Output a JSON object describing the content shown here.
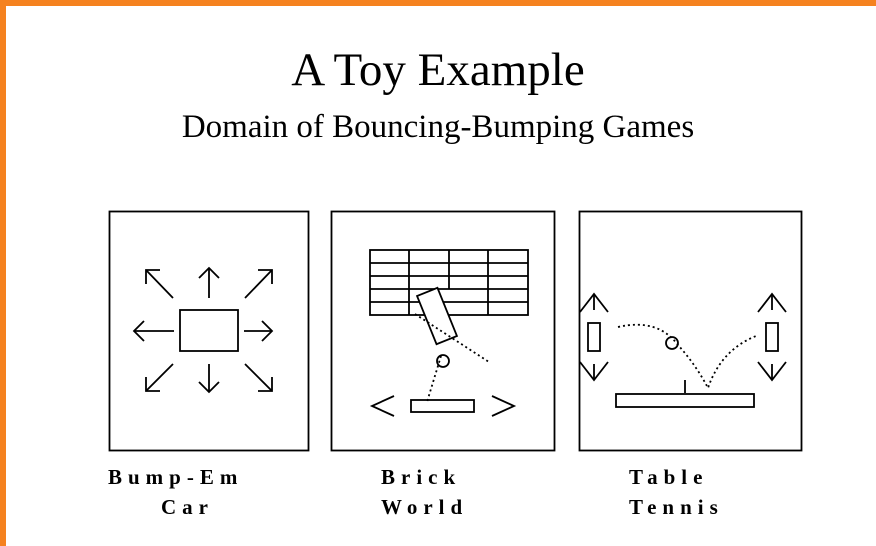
{
  "frame": {
    "accent_color": "#f5821f"
  },
  "title": "A Toy Example",
  "subtitle": "Domain of Bouncing-Bumping Games",
  "games": [
    {
      "line1": "Bump-Em",
      "line2": "Car"
    },
    {
      "line1": "Brick",
      "line2": "World"
    },
    {
      "line1": "Table",
      "line2": "Tennis"
    }
  ]
}
